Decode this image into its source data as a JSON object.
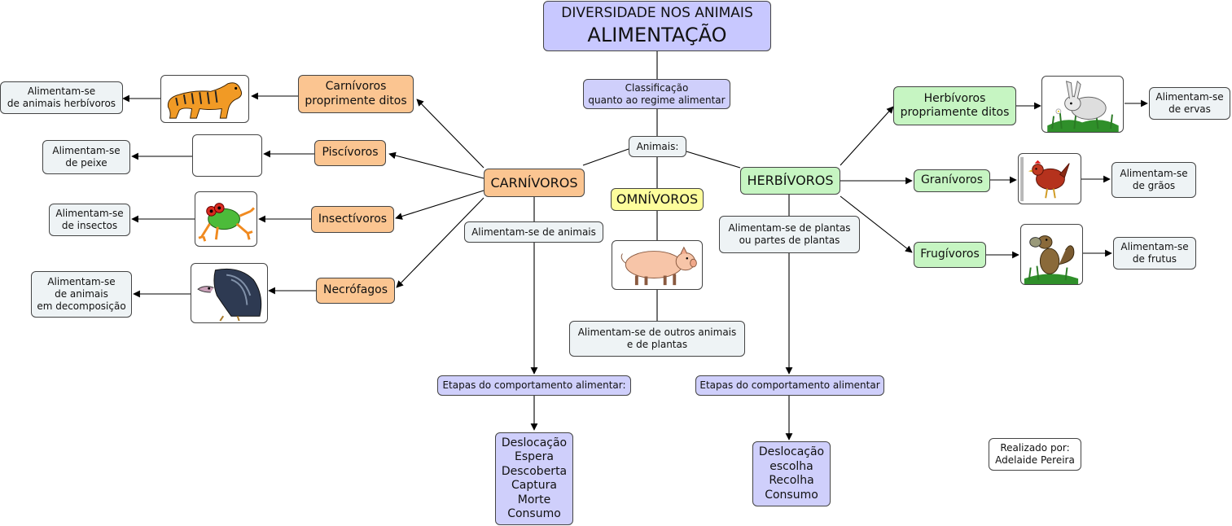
{
  "title": {
    "line1": "DIVERSIDADE NOS ANIMAIS",
    "line2": "ALIMENTAÇÃO"
  },
  "classificacao": "Classificação\nquanto ao regime alimentar",
  "animais": "Animais:",
  "carnivoros": {
    "label": "CARNÍVOROS",
    "desc": "Alimentam-se de animais",
    "etapas_title": "Etapas do comportamento alimentar:",
    "etapas": "Deslocação\nEspera\nDescoberta\nCaptura\nMorte\nConsumo",
    "groups": [
      {
        "label": "Carnívoros\nproprimente ditos",
        "picture": "tiger",
        "desc": "Alimentam-se\nde animais herbívoros"
      },
      {
        "label": "Piscívoros",
        "picture": "blank",
        "desc": "Alimentam-se\nde peixe"
      },
      {
        "label": "Insectívoros",
        "picture": "frog",
        "desc": "Alimentam-se\nde insectos"
      },
      {
        "label": "Necrófagos",
        "picture": "vulture",
        "desc": "Alimentam-se\nde animais\nem decomposição"
      }
    ]
  },
  "omnivoros": {
    "label": "OMNÍVOROS",
    "picture": "pig",
    "desc": "Alimentam-se de outros animais\ne de plantas"
  },
  "herbivoros": {
    "label": "HERBÍVOROS",
    "desc": "Alimentam-se de plantas\nou partes de plantas",
    "etapas_title": "Etapas do comportamento alimentar",
    "etapas": "Deslocação\nescolha\nRecolha\nConsumo",
    "groups": [
      {
        "label": "Herbívoros\npropriamente ditos",
        "picture": "rabbit",
        "desc": "Alimentam-se\nde ervas"
      },
      {
        "label": "Granívoros",
        "picture": "hen",
        "desc": "Alimentam-se\nde grãos"
      },
      {
        "label": "Frugívoros",
        "picture": "squirrel",
        "desc": "Alimentam-se\nde frutus"
      }
    ]
  },
  "author": "Realizado por:\nAdelaide Pereira",
  "colors": {
    "title": "#c8c8ff",
    "blue": "#cfcffb",
    "pale": "#eef3f5",
    "orange": "#fbc591",
    "green": "#c6f5c2",
    "yellow": "#fdfd9c",
    "line": "#000000"
  }
}
